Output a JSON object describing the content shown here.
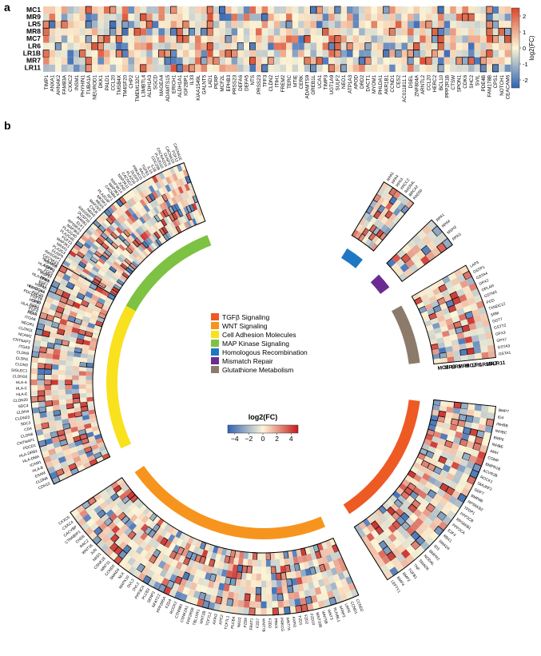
{
  "panels": {
    "a": {
      "letter": "a"
    },
    "b": {
      "letter": "b"
    }
  },
  "chart_data": [
    {
      "type": "heatmap",
      "panel": "a",
      "rows": [
        "MC1",
        "MR9",
        "LR5",
        "MR8",
        "MC7",
        "LR6",
        "LR1B",
        "MR7",
        "LR11"
      ],
      "columns": [
        "TIMP1",
        "ANXA1",
        "AHNAK2",
        "FAM83A",
        "CXXC2",
        "INSM1",
        "PHYHIN1",
        "TUBA1A",
        "NEUROD1",
        "DKK1",
        "PALD1",
        "CCL20",
        "TMSB4X",
        "TM4SF20",
        "CHP2",
        "TMEM132C",
        "L3MBTL4",
        "ALDH1A3",
        "SGCD",
        "MAGEA4",
        "ADAMTS15",
        "ERICH1",
        "ALDH1A1",
        "IGF2BP1",
        "IL33",
        "KIAA1549L",
        "GALNT5",
        "LAD1",
        "PERP",
        "MCF2L",
        "EPHB3",
        "PRSS23",
        "DEFA6",
        "DEFA5",
        "NTS",
        "PRSS23",
        "TFF3",
        "CLDN2",
        "ITIH1",
        "FREM2",
        "TERC",
        "MTIE",
        "CERK",
        "ADAMTS9",
        "GREB1L",
        "UCA1",
        "TIMP3",
        "UGT1A9",
        "SULF2",
        "NEO1",
        "ATP1A3",
        "APOD",
        "DRD2",
        "DACT1",
        "MYOM1",
        "PHLDA1",
        "AKR1B1",
        "CCND1",
        "CES2",
        "AC011811.1",
        "DSEL",
        "ZNF804A",
        "ARNTL2",
        "CCL20",
        "HERC2",
        "BCL10",
        "PPP2R1B",
        "CTSW",
        "SPON1",
        "CDK6",
        "SHC2",
        "SVIL",
        "PDE4B",
        "FAM178B",
        "CPS1",
        "NOTCH1",
        "CEACAM6"
      ],
      "colorbar": {
        "label": "log2(FC)",
        "ticks": [
          -2,
          -1,
          0,
          1,
          2
        ],
        "range": [
          -2.5,
          2.5
        ]
      },
      "colors": {
        "negative": "#2f63b4",
        "zero": "#fdf5d6",
        "positive": "#d9452a"
      },
      "value_description": "log2 fold change of selected genes per cell line (red up, blue down); outlined cells mark significant changes"
    },
    {
      "type": "heatmap",
      "layout": "circular",
      "panel": "b",
      "rows": [
        "MC1",
        "MR9",
        "LR5",
        "MR8",
        "MC7",
        "LR6",
        "LR1B",
        "MR7",
        "LR11"
      ],
      "colorbar": {
        "label": "log2(FC)",
        "ticks": [
          -4,
          -2,
          0,
          2,
          4
        ],
        "range": [
          -5,
          5
        ]
      },
      "colors": {
        "negative": "#2f63b4",
        "zero": "#fdf5d6",
        "positive": "#c61a1a"
      },
      "legend": [
        {
          "label": "TGFβ Signaling",
          "color": "#ee5a24"
        },
        {
          "label": "WNT Signaling",
          "color": "#f7941d"
        },
        {
          "label": "Cell Adhesion Molecules",
          "color": "#f9e11e"
        },
        {
          "label": "MAP Kinase Signaling",
          "color": "#7dc242"
        },
        {
          "label": "Homologous Recombination",
          "color": "#1f77c3"
        },
        {
          "label": "Mismatch Repair",
          "color": "#6a2c91"
        },
        {
          "label": "Glutathione Metabolism",
          "color": "#8c7b6b"
        }
      ],
      "sectors": [
        {
          "pathway": "MAP Kinase Signaling",
          "genes": [
            "FGF3",
            "FGF4",
            "FGF1",
            "FGF10",
            "FGF19",
            "FGF20",
            "PLA2G4A",
            "HSPA6",
            "FGF7",
            "PRKX",
            "FGF17",
            "FGF5",
            "FGFR1",
            "HSPA1B",
            "CACNA1S",
            "RASGRP1",
            "DUSP9",
            "PLA2G3",
            "NR4A1",
            "MAP3K1",
            "FGF23",
            "PLA2G4E",
            "PLA2G4D",
            "MAP3K6",
            "RPS6KA1",
            "ELK1",
            "ARRB1",
            "DUSP16",
            "RASGRF1",
            "NRAS",
            "CHUK",
            "MAP2K5",
            "RRAS",
            "MKNK1",
            "PLA2G4F",
            "NF1",
            "CACNB4",
            "MAP3K3",
            "MAP3K14",
            "JUND",
            "MAP3K11",
            "CACNG7",
            "PLA2G6",
            "DUSP5",
            "PRKACG",
            "RAC3",
            "TGFB1",
            "IL1A",
            "IL1B",
            "CDC25B",
            "PLA2G10",
            "CACNA2D3",
            "DUSP6",
            "CACNA1D",
            "FGF12",
            "CACNA1E"
          ]
        },
        {
          "pathway": "Homologous Recombination",
          "genes": [
            "RPA1",
            "RPA4",
            "RPA3",
            "XRCC2",
            "RAD54L",
            "BRCA2",
            "RAD50"
          ]
        },
        {
          "pathway": "Mismatch Repair",
          "genes": [
            "RPA1",
            "RPA4",
            "MSH3",
            "RPA3"
          ]
        },
        {
          "pathway": "Glutathione Metabolism",
          "genes": [
            "LAP3",
            "GSTP1",
            "GSTA4",
            "GPX2",
            "OPLAH",
            "GSTM3",
            "PGD",
            "TXNDC12",
            "SRM",
            "GGT7",
            "GSTT2",
            "GPX3",
            "GPX7",
            "GSTA3",
            "GSTA1"
          ]
        },
        {
          "pathway": "TGFβ Signaling",
          "genes": [
            "BMP7",
            "ID4",
            "INHBB",
            "INHBC",
            "BMP6",
            "INHBE",
            "AMH",
            "COMP",
            "BMPR1B",
            "ACVR2B",
            "ROCK1",
            "SMURF2",
            "GDF7",
            "BMP8B",
            "RPS6KB2",
            "TFDP1",
            "PPP2CB",
            "RPS6KB1",
            "PPP2CA",
            "E2F4",
            "RBX1",
            "SMAD4",
            "ID3",
            "BMPR2",
            "NODAL",
            "SMAD6",
            "TNF",
            "TGFB1",
            "BMP2",
            "BMP4",
            "LEFTY1"
          ]
        },
        {
          "pathway": "WNT Signaling",
          "genes": [
            "CCND2",
            "CCND1",
            "LRP6",
            "SFRP2",
            "RUVBL1",
            "WNT3",
            "WNT5B",
            "WNT10B",
            "FZD10",
            "FZD2",
            "FZD1",
            "AXIN1",
            "WNT7A",
            "PRKCG",
            "PRKX",
            "FZD3",
            "WNT7B",
            "FZD7",
            "FRAT1",
            "FZD9",
            "NKD2",
            "PLCB4",
            "TCF7L1",
            "APC2",
            "AXIN2",
            "TCF7L2",
            "WNT2B",
            "TBL1XR1",
            "PPP2R5B",
            "CSNK2A1",
            "CTNNB1",
            "ROCK2",
            "FZD4",
            "PPP2R5A",
            "NFATC2",
            "SENP2",
            "PLCB3",
            "PPP3CA",
            "DVL2",
            "DVL3",
            "MAPK10",
            "NLK",
            "SMAD4",
            "CCND3",
            "WNT11",
            "CSNK1E",
            "NKD1",
            "JUN",
            "WNT16",
            "RAC2",
            "CHD8",
            "CTNNBIP1",
            "CACYBP",
            "CXXC4",
            "CXXC5"
          ]
        },
        {
          "pathway": "Cell Adhesion Molecules",
          "genes": [
            "CDH15",
            "CLDN8",
            "ESAM",
            "HLA-B",
            "ICAM1",
            "HLA-DMA",
            "HLA-DRB1",
            "PDCD1",
            "CNTNAP1",
            "CLDN6",
            "CD4",
            "SDC3",
            "CLDN23",
            "CLDN4",
            "SDC4",
            "CLDN20",
            "HLA-E",
            "HLA-C",
            "HLA-A",
            "CLDN16",
            "SIGLEC1",
            "CLDN3",
            "CLDN1",
            "CLDN9",
            "ITGA9",
            "CNTNAP2",
            "NCAM2",
            "CLDN11",
            "NEGR1",
            "ITGA8",
            "SELE",
            "HLA-DPB1",
            "CD80",
            "PDCD1LG2",
            "HLA-DQA1",
            "SELL",
            "HLA-DRB5",
            "PECAM1",
            "HLA-DPA1",
            "HLA-DRA"
          ]
        }
      ]
    }
  ]
}
